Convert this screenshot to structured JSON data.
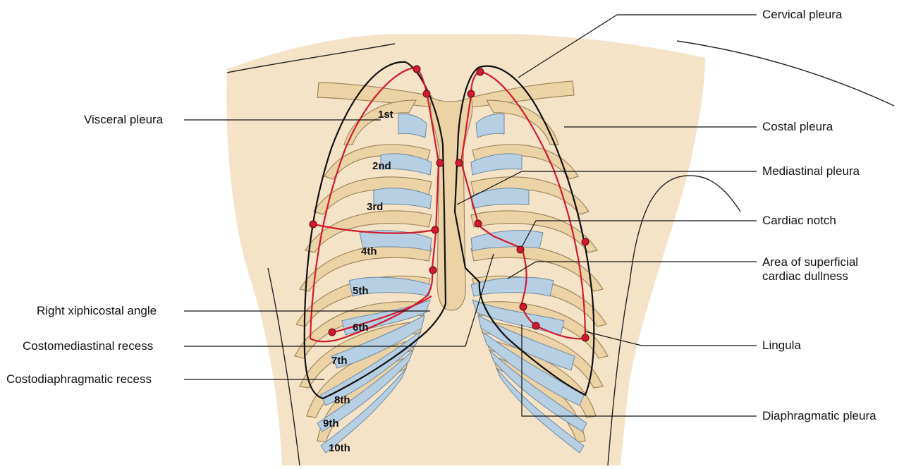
{
  "labels": {
    "cervical_pleura": "Cervical pleura",
    "visceral_pleura": "Visceral pleura",
    "costal_pleura": "Costal pleura",
    "mediastinal_pleura": "Mediastinal pleura",
    "cardiac_notch": "Cardiac notch",
    "area_dullness_line1": "Area of superficial",
    "area_dullness_line2": "cardiac dullness",
    "right_xiphicostal_angle": "Right xiphicostal angle",
    "costomediastinal_recess": "Costomediastinal recess",
    "costodiaphragmatic_recess": "Costodiaphragmatic recess",
    "lingula": "Lingula",
    "diaphragmatic_pleura": "Diaphragmatic pleura"
  },
  "ribs": [
    "1st",
    "2nd",
    "3rd",
    "4th",
    "5th",
    "6th",
    "7th",
    "8th",
    "9th",
    "10th"
  ],
  "colors": {
    "skin": "#f5e3c8",
    "bone": "#ecd3a6",
    "bone_stroke": "#a0875e",
    "cartilage": "#b7cfe3",
    "parietal_line": "#111111",
    "visceral_line": "#d21a2e",
    "dot": "#d21a2e"
  }
}
